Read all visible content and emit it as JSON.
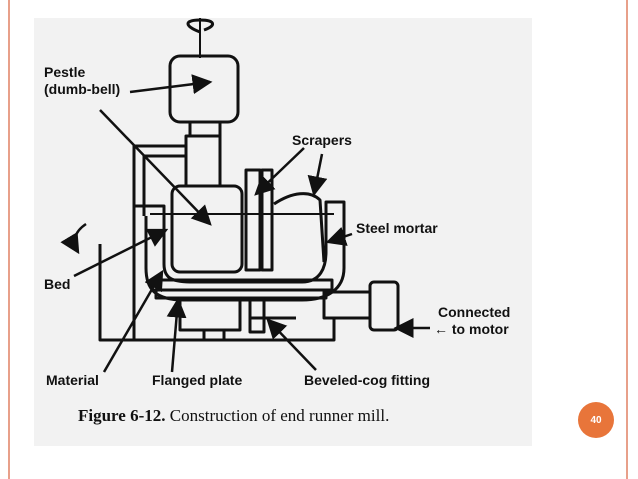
{
  "labels": {
    "pestle_line1": "Pestle",
    "pestle_line2": "(dumb-bell)",
    "scrapers": "Scrapers",
    "steel_mortar": "Steel mortar",
    "bed": "Bed",
    "connected_line1": "Connected",
    "connected_line2": "to motor",
    "material": "Material",
    "flanged_plate": "Flanged plate",
    "beveled_cog": "Beveled-cog fitting"
  },
  "caption": {
    "figure_ref": "Figure 6-12.",
    "text": "Construction of end runner mill."
  },
  "slide": {
    "number": "40",
    "accent_color": "#e8753a"
  },
  "colors": {
    "border_line": "#e8a08a",
    "ink": "#111111"
  }
}
